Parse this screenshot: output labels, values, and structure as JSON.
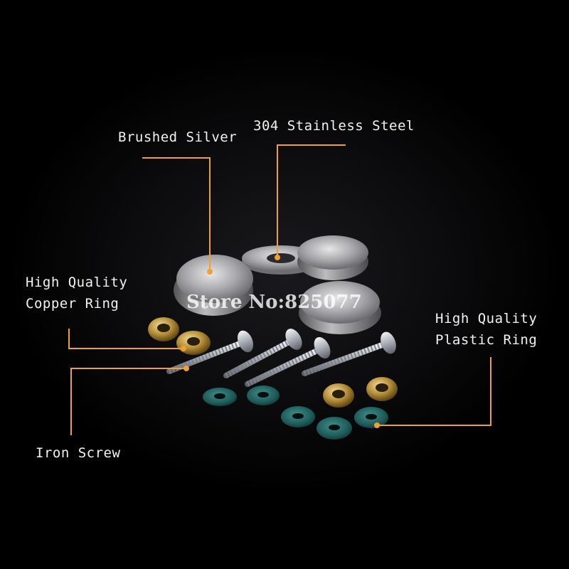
{
  "labels": {
    "brushed_silver": "Brushed Silver",
    "stainless_steel": "304 Stainless Steel",
    "copper_ring_line1": "High Quality",
    "copper_ring_line2": "Copper Ring",
    "plastic_ring_line1": "High Quality",
    "plastic_ring_line2": "Plastic Ring",
    "iron_screw": "Iron Screw"
  },
  "watermark": "Store No:825077",
  "colors": {
    "leader_line": "#f0a030",
    "background": "#000000",
    "label_text": "#f2f2f2"
  }
}
